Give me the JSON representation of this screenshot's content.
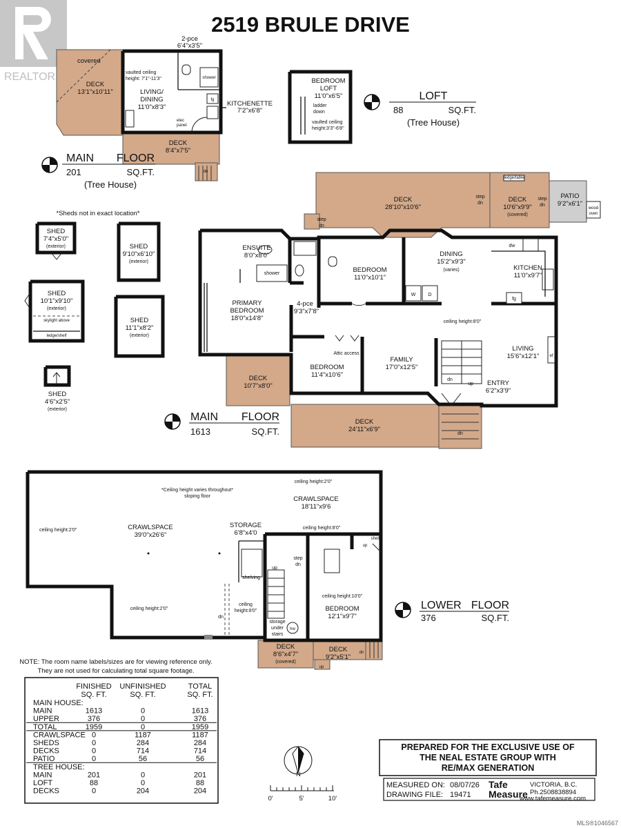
{
  "title": "2519 BRULE DRIVE",
  "watermark": {
    "brand": "REALTOR",
    "mark": "®",
    "listing_id": "MLS®1046567"
  },
  "tree_house": {
    "main_floor": {
      "name": "MAIN",
      "floor_word": "FLOOR",
      "sqft": "201",
      "unit": "SQ.FT.",
      "note": "(Tree House)"
    },
    "loft": {
      "name": "LOFT",
      "sqft": "88",
      "unit": "SQ.FT.",
      "note": "(Tree House)"
    },
    "rooms": {
      "deck_covered_label": "covered",
      "deck_name": "DECK",
      "deck_dim": "13'1\"x10'11\"",
      "two_pce": "2-pce",
      "two_pce_dim": "6'4\"x3'5\"",
      "shower": "shower",
      "vaulted": "vaulted ceiling",
      "vaulted_height": "height: 7'1\"-11'3\"",
      "living_line1": "LIVING/",
      "living_line2": "DINING",
      "living_dim": "11'0\"x8'3\"",
      "fg": "fg",
      "kitchenette": "KITCHENETTE",
      "kitchenette_dim": "7'2\"x6'8\"",
      "elec": "elec",
      "panel": "panel",
      "deck2_name": "DECK",
      "deck2_dim": "8'4\"x7'5\"",
      "dn": "dn",
      "loft_line1": "BEDROOM",
      "loft_line2": "LOFT",
      "loft_dim": "11'0\"x6'5\"",
      "ladder": "ladder",
      "ladder_down": "down",
      "loft_vaulted": "vaulted ceiling",
      "loft_vaulted_height": "height:3'3\"-6'8\""
    }
  },
  "sheds": {
    "note": "*Sheds not in exact location*",
    "items": [
      {
        "name": "SHED",
        "dim": "7'4\"x5'0\"",
        "note": "(exterior)"
      },
      {
        "name": "SHED",
        "dim": "9'10\"x6'10\"",
        "note": "(exterior)"
      },
      {
        "name": "SHED",
        "dim": "10'1\"x9'10\"",
        "note": "(exterior)",
        "extra1": "skylight above",
        "extra2": "ledge/shelf"
      },
      {
        "name": "SHED",
        "dim": "11'1\"x8'2\"",
        "note": "(exterior)"
      },
      {
        "name": "SHED",
        "dim": "4'6\"x2'5\"",
        "note": "(exterior)"
      }
    ]
  },
  "main_floor": {
    "name": "MAIN",
    "floor_word": "FLOOR",
    "sqft": "1613",
    "unit": "SQ.FT.",
    "rooms": {
      "deck_big": {
        "name": "DECK",
        "dim": "28'10\"x10'6\""
      },
      "deck_cov": {
        "name": "DECK",
        "dim": "10'6\"x9'9\"",
        "note": "(covered)",
        "ledge": "ledge/table"
      },
      "patio": {
        "name": "PATIO",
        "dim": "9'2\"x6'1\""
      },
      "wood": "wood",
      "oven": "oven",
      "step": "step",
      "step_dn": "dn",
      "ensuite": {
        "name": "ENSUITE",
        "dim": "8'0\"x8'0\""
      },
      "shower": "shower",
      "bedroom1": {
        "name": "BEDROOM",
        "dim": "11'0\"x10'1\""
      },
      "dining": {
        "name": "DINING",
        "dim": "15'2\"x9'3\"",
        "note": "(varies)"
      },
      "kitchen": {
        "name": "KITCHEN",
        "dim": "11'0\"x9'7\""
      },
      "dw": "dw",
      "fg": "fg",
      "w": "W",
      "d": "D",
      "primary": {
        "line1": "PRIMARY",
        "line2": "BEDROOM",
        "dim": "18'0\"x14'8\""
      },
      "four_pce": {
        "name": "4-pce",
        "dim": "9'3\"x7'8\""
      },
      "ceiling": "ceiling height:8'0\"",
      "attic": "Attic access",
      "bedroom2": {
        "name": "BEDROOM",
        "dim": "11'4\"x10'6\""
      },
      "family": {
        "name": "FAMILY",
        "dim": "17'0\"x12'5\""
      },
      "living": {
        "name": "LIVING",
        "dim": "15'6\"x12'1\""
      },
      "ef": "ef",
      "entry": {
        "name": "ENTRY",
        "dim": "6'2\"x3'9\""
      },
      "dn": "dn",
      "up": "up",
      "deck_left": {
        "name": "DECK",
        "dim": "10'7\"x8'0\""
      },
      "deck_front": {
        "name": "DECK",
        "dim": "24'11\"x6'9\""
      }
    }
  },
  "lower_floor": {
    "name": "LOWER",
    "floor_word": "FLOOR",
    "sqft": "376",
    "unit": "SQ.FT.",
    "rooms": {
      "varies_line1": "*Ceiling height varies throughout*",
      "varies_line2": "sloping floor",
      "ch_2_top": "ceiling height:2'0\"",
      "ch_2_left": "ceiling height:2'0\"",
      "ch_2_bottom": "ceiling height:2'0\"",
      "crawl_big": {
        "name": "CRAWLSPACE",
        "dim": "39'0\"x26'6\""
      },
      "crawl_small": {
        "name": "CRAWLSPACE",
        "dim": "18'11\"x9'6"
      },
      "storage": {
        "name": "STORAGE",
        "dim": "6'8\"x4'0"
      },
      "ch_8_right": "ceiling height:8'0\"",
      "shelving": "shelving",
      "shelf": "shelf",
      "up": "up",
      "dn": "dn",
      "step": "step",
      "ch_8_left_line1": "ceiling",
      "ch_8_left_line2": "height:8'0\"",
      "storage_under1": "storage",
      "storage_under2": "under",
      "storage_under3": "stairs",
      "hw": "hw",
      "ch_10": "ceiling height:10'0\"",
      "bedroom": {
        "name": "BEDROOM",
        "dim": "12'1\"x9'7\""
      },
      "deck_cov": {
        "name": "DECK",
        "dim": "8'6\"x4'7\"",
        "note": "(covered)"
      },
      "deck": {
        "name": "DECK",
        "dim": "9'2\"x5'1\""
      }
    }
  },
  "note_line1": "NOTE: The room name labels/sizes are for viewing reference only.",
  "note_line2": "They are not used for calculating total square footage.",
  "area_table": {
    "headers": [
      [
        "",
        ""
      ],
      [
        "FINISHED",
        "SQ. FT."
      ],
      [
        "UNFINISHED",
        "SQ. FT."
      ],
      [
        "TOTAL",
        "SQ. FT."
      ]
    ],
    "rows": [
      {
        "label": "MAIN HOUSE:",
        "section": true
      },
      {
        "label": "MAIN",
        "finished": "1613",
        "unfinished": "0",
        "total": "1613"
      },
      {
        "label": "UPPER",
        "finished": "376",
        "unfinished": "0",
        "total": "376"
      },
      {
        "label": "TOTAL",
        "finished": "1959",
        "unfinished": "0",
        "total": "1959",
        "rule": true
      },
      {
        "label": "CRAWLSPACE",
        "finished": "0",
        "unfinished": "1187",
        "total": "1187",
        "rule": true
      },
      {
        "label": "SHEDS",
        "finished": "0",
        "unfinished": "284",
        "total": "284"
      },
      {
        "label": "DECKS",
        "finished": "0",
        "unfinished": "714",
        "total": "714"
      },
      {
        "label": "PATIO",
        "finished": "0",
        "unfinished": "56",
        "total": "56"
      },
      {
        "label": "TREE HOUSE:",
        "section": true,
        "rule": true
      },
      {
        "label": "MAIN",
        "finished": "201",
        "unfinished": "0",
        "total": "201"
      },
      {
        "label": "LOFT",
        "finished": "88",
        "unfinished": "0",
        "total": "88"
      },
      {
        "label": "DECKS",
        "finished": "0",
        "unfinished": "204",
        "total": "204"
      }
    ]
  },
  "compass": {
    "label": "N"
  },
  "scale": {
    "labels": [
      "0'",
      "5'",
      "10'"
    ]
  },
  "prepared": {
    "line1": "PREPARED FOR THE EXCLUSIVE USE OF",
    "line2": "THE NEAL ESTATE GROUP WITH",
    "line3": "RE/MAX GENERATION"
  },
  "measured": {
    "label": "MEASURED ON:",
    "value": "08/07/26"
  },
  "drawing": {
    "label": "DRAWING FILE:",
    "value": "19471"
  },
  "company": {
    "line1": "Tafe",
    "line2": "Measure",
    "city": "VICTORIA, B.C.",
    "phone": "Ph.2508838894",
    "web": "www.tafemeasure.com"
  }
}
